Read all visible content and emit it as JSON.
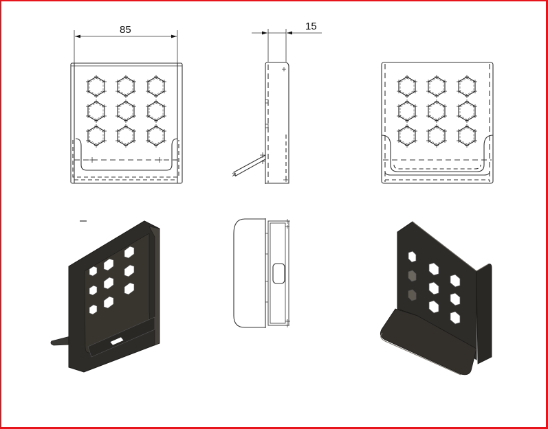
{
  "sheet": {
    "border_color": "#e8141b",
    "line_color": "#333333",
    "solid_color": "#2e2c29"
  },
  "views": {
    "front": {
      "label": "front-view",
      "dimension_width": "85"
    },
    "side": {
      "label": "side-view",
      "dimension_depth": "15"
    },
    "back": {
      "label": "back-view"
    },
    "iso_left": {
      "label": "isometric-view-left"
    },
    "top": {
      "label": "top-view"
    },
    "iso_right": {
      "label": "isometric-view-right"
    }
  },
  "hex_grid": {
    "rows": 3,
    "cols": 3
  }
}
